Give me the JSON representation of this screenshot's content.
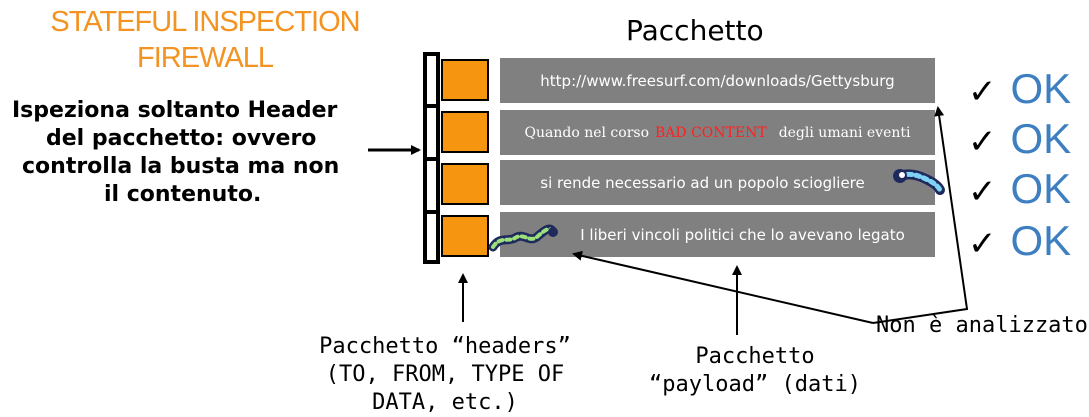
{
  "title": {
    "line1": "STATEFUL INSPECTION",
    "line2": "FIREWALL"
  },
  "description": [
    "Ispeziona soltanto Header",
    "del pacchetto: ovvero",
    "controlla la busta ma non",
    "il contenuto."
  ],
  "packet_title": "Pacchetto",
  "rows": [
    {
      "text": "http://www.freesurf.com/downloads/Gettysburg"
    },
    {
      "text_before": "Quando nel corso",
      "bad": "BAD CONTENT",
      "text_after": "degli umani eventi"
    },
    {
      "text": "si rende necessario ad un popolo sciogliere"
    },
    {
      "text": "I liberi vincoli politici che lo avevano legato"
    }
  ],
  "status": [
    {
      "check": "✓",
      "label": "OK"
    },
    {
      "check": "✓",
      "label": "OK"
    },
    {
      "check": "✓",
      "label": "OK"
    },
    {
      "check": "✓",
      "label": "OK"
    }
  ],
  "labels": {
    "headers": [
      "Pacchetto “headers”",
      "(TO, FROM, TYPE OF",
      "DATA, etc.)"
    ],
    "payload": [
      "Pacchetto",
      "“payload” (dati)"
    ],
    "not_analyzed": "Non è analizzato"
  },
  "colors": {
    "title": "#f39321",
    "header_cell": "#f6950f",
    "bar": "#808080",
    "ok": "#3d7fc1",
    "bad": "#ff2020"
  }
}
